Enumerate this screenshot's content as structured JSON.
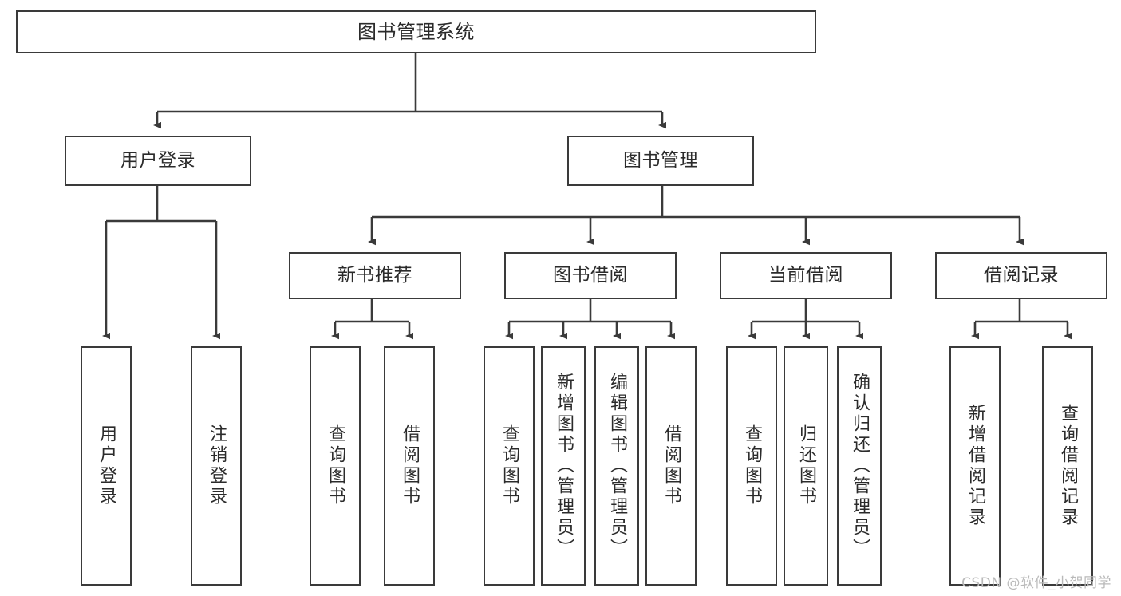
{
  "diagram": {
    "title": "图书管理系统",
    "type": "tree",
    "root": {
      "label": "图书管理系统"
    },
    "level2": [
      {
        "id": "user-login",
        "label": "用户登录"
      },
      {
        "id": "book-manage",
        "label": "图书管理"
      }
    ],
    "level3": [
      {
        "id": "new-book-recommend",
        "label": "新书推荐",
        "parent": "book-manage"
      },
      {
        "id": "book-borrow",
        "label": "图书借阅",
        "parent": "book-manage"
      },
      {
        "id": "current-borrow",
        "label": "当前借阅",
        "parent": "book-manage"
      },
      {
        "id": "borrow-record",
        "label": "借阅记录",
        "parent": "book-manage"
      }
    ],
    "leaves": [
      {
        "id": "leaf-user-login",
        "label": "用户登录",
        "parent": "user-login"
      },
      {
        "id": "leaf-logout-login",
        "label": "注销登录",
        "parent": "user-login"
      },
      {
        "id": "leaf-query-book-1",
        "label": "查询图书",
        "parent": "new-book-recommend"
      },
      {
        "id": "leaf-borrow-book-1",
        "label": "借阅图书",
        "parent": "new-book-recommend"
      },
      {
        "id": "leaf-query-book-2",
        "label": "查询图书",
        "parent": "book-borrow"
      },
      {
        "id": "leaf-add-book",
        "label": "新增图书（管理员）",
        "parent": "book-borrow"
      },
      {
        "id": "leaf-edit-book",
        "label": "编辑图书（管理员）",
        "parent": "book-borrow"
      },
      {
        "id": "leaf-borrow-book-2",
        "label": "借阅图书",
        "parent": "book-borrow"
      },
      {
        "id": "leaf-query-book-3",
        "label": "查询图书",
        "parent": "current-borrow"
      },
      {
        "id": "leaf-return-book",
        "label": "归还图书",
        "parent": "current-borrow"
      },
      {
        "id": "leaf-confirm-return",
        "label": "确认归还（管理员）",
        "parent": "current-borrow"
      },
      {
        "id": "leaf-add-record",
        "label": "新增借阅记录",
        "parent": "borrow-record"
      },
      {
        "id": "leaf-query-record",
        "label": "查询借阅记录",
        "parent": "borrow-record"
      }
    ],
    "colors": {
      "stroke": "#3a3a3a",
      "background": "#ffffff",
      "text": "#2b2b2b",
      "watermark": "#b9b9b9"
    }
  },
  "watermark": {
    "text": "CSDN @软件_小贺同学"
  }
}
